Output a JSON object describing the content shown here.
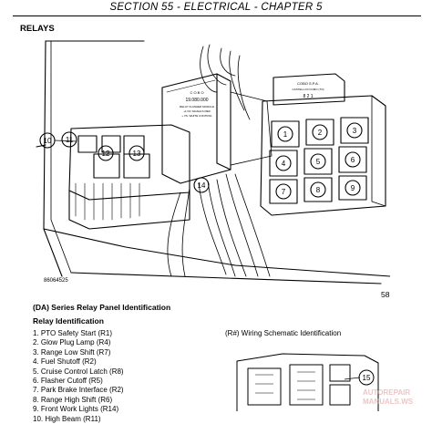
{
  "header": {
    "title": "SECTION 55 - ELECTRICAL - CHAPTER 5"
  },
  "section": {
    "title": "RELAYS"
  },
  "figure": {
    "number": "58",
    "code": "86064525",
    "callouts": [
      "10",
      "11",
      "12",
      "13",
      "14",
      "1",
      "2",
      "3",
      "4",
      "5",
      "6",
      "7",
      "8",
      "9"
    ],
    "module_label": {
      "brand": "C O B O",
      "part": "19.080.000",
      "line3": "RELAY FLASHER MODULE",
      "line4": "+1 DC SIGNALS RED",
      "line5": "+ VS. WHITE CONTROL"
    },
    "relay_block_label": {
      "brand": "COBO S.P.A.",
      "line2": "CASTELLI DI COMO (TO)",
      "line3": "8 2 1"
    }
  },
  "panel": {
    "title": "(DA) Series Relay Panel Identification",
    "relay_heading": "Relay Identification",
    "relays": [
      "1.  PTO Safety Start (R1)",
      "2.  Glow Plug Lamp (R4)",
      "3.  Range Low Shift (R7)",
      "4.  Fuel Shutoff (R2)",
      "5.  Cruise Control Latch (R8)",
      "6.  Flasher Cutoff (R5)",
      "7.  Park Brake Interface (R2)",
      "8.  Range High Shift (R6)",
      "9.  Front Work Lights (R14)",
      "10. High Beam (R11)"
    ],
    "legend": "(R#)  Wiring Schematic Identification",
    "inset_callout": "15"
  },
  "watermark": {
    "line1": "AUTOREPAIR",
    "line2": "MANUALS.WS"
  }
}
